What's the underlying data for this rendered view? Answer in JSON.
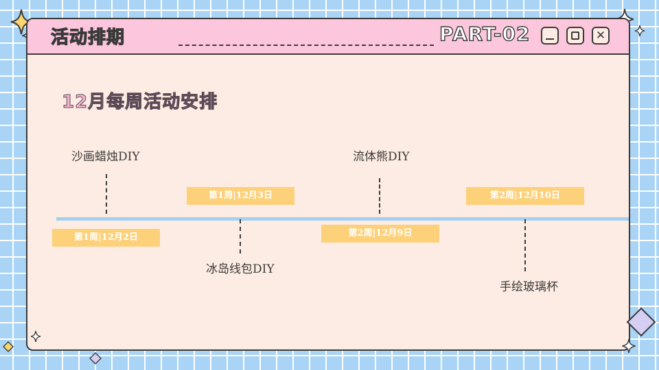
{
  "window": {
    "title": "活动排期",
    "part": "PART-02",
    "close_glyph": "✕"
  },
  "main": {
    "heading": "12月每周活动安排",
    "events": [
      {
        "name": "沙画蜡烛DIY",
        "date": "第1周|12月2日"
      },
      {
        "name": "冰岛线包DIY",
        "date": "第1周|12月3日"
      },
      {
        "name": "流体熊DIY",
        "date": "第2周|12月9日"
      },
      {
        "name": "手绘玻璃杯",
        "date": "第2周|12月10日"
      }
    ]
  },
  "colors": {
    "background": "#a9d4f5",
    "titlebar": "#fcc6dc",
    "panel": "#fdece3",
    "tag": "#fdd07a",
    "timeline": "#a3d1f0",
    "diamond": "#d6cdf2"
  },
  "icons": [
    "sparkle-icon",
    "minimize-icon",
    "maximize-icon",
    "close-icon",
    "diamond-icon"
  ]
}
